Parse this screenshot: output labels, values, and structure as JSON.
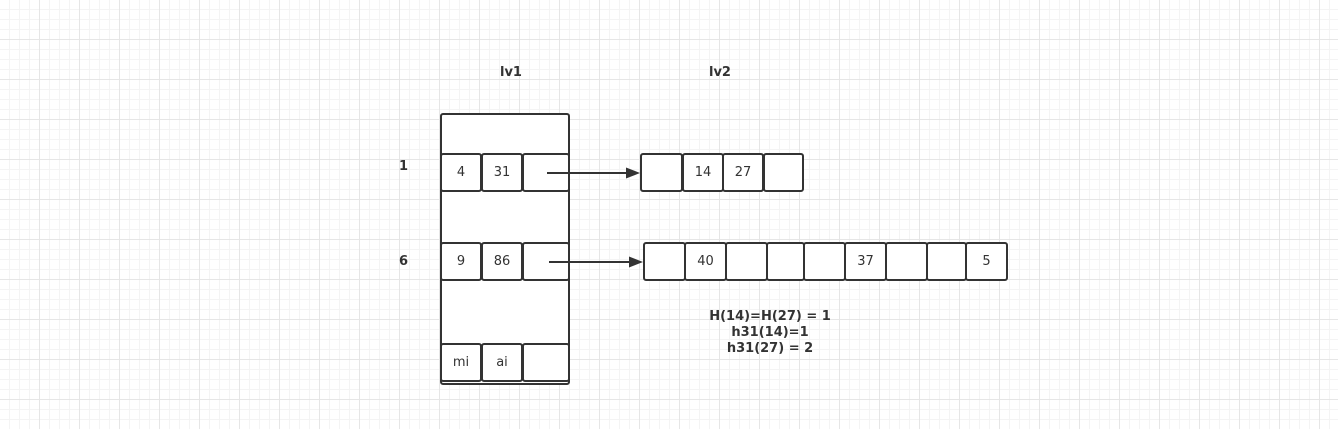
{
  "headers": {
    "lv1": "lv1",
    "lv2": "lv2"
  },
  "rows": {
    "row1_label": "1",
    "row6_label": "6"
  },
  "lv1": {
    "row1": [
      "4",
      "31",
      ""
    ],
    "row6": [
      "9",
      "86",
      ""
    ],
    "bottom": [
      "mi",
      "ai",
      ""
    ]
  },
  "lv2": {
    "bucket1": [
      "",
      "14",
      "27",
      ""
    ],
    "bucket6": [
      "",
      "40",
      "",
      "",
      "",
      "37",
      "",
      "",
      "5"
    ]
  },
  "formulas": [
    "H(14)=H(27) = 1",
    "h31(14)=1",
    "h31(27) = 2"
  ],
  "colors": {
    "stroke": "#333333",
    "grid": "#e6e6e6"
  }
}
